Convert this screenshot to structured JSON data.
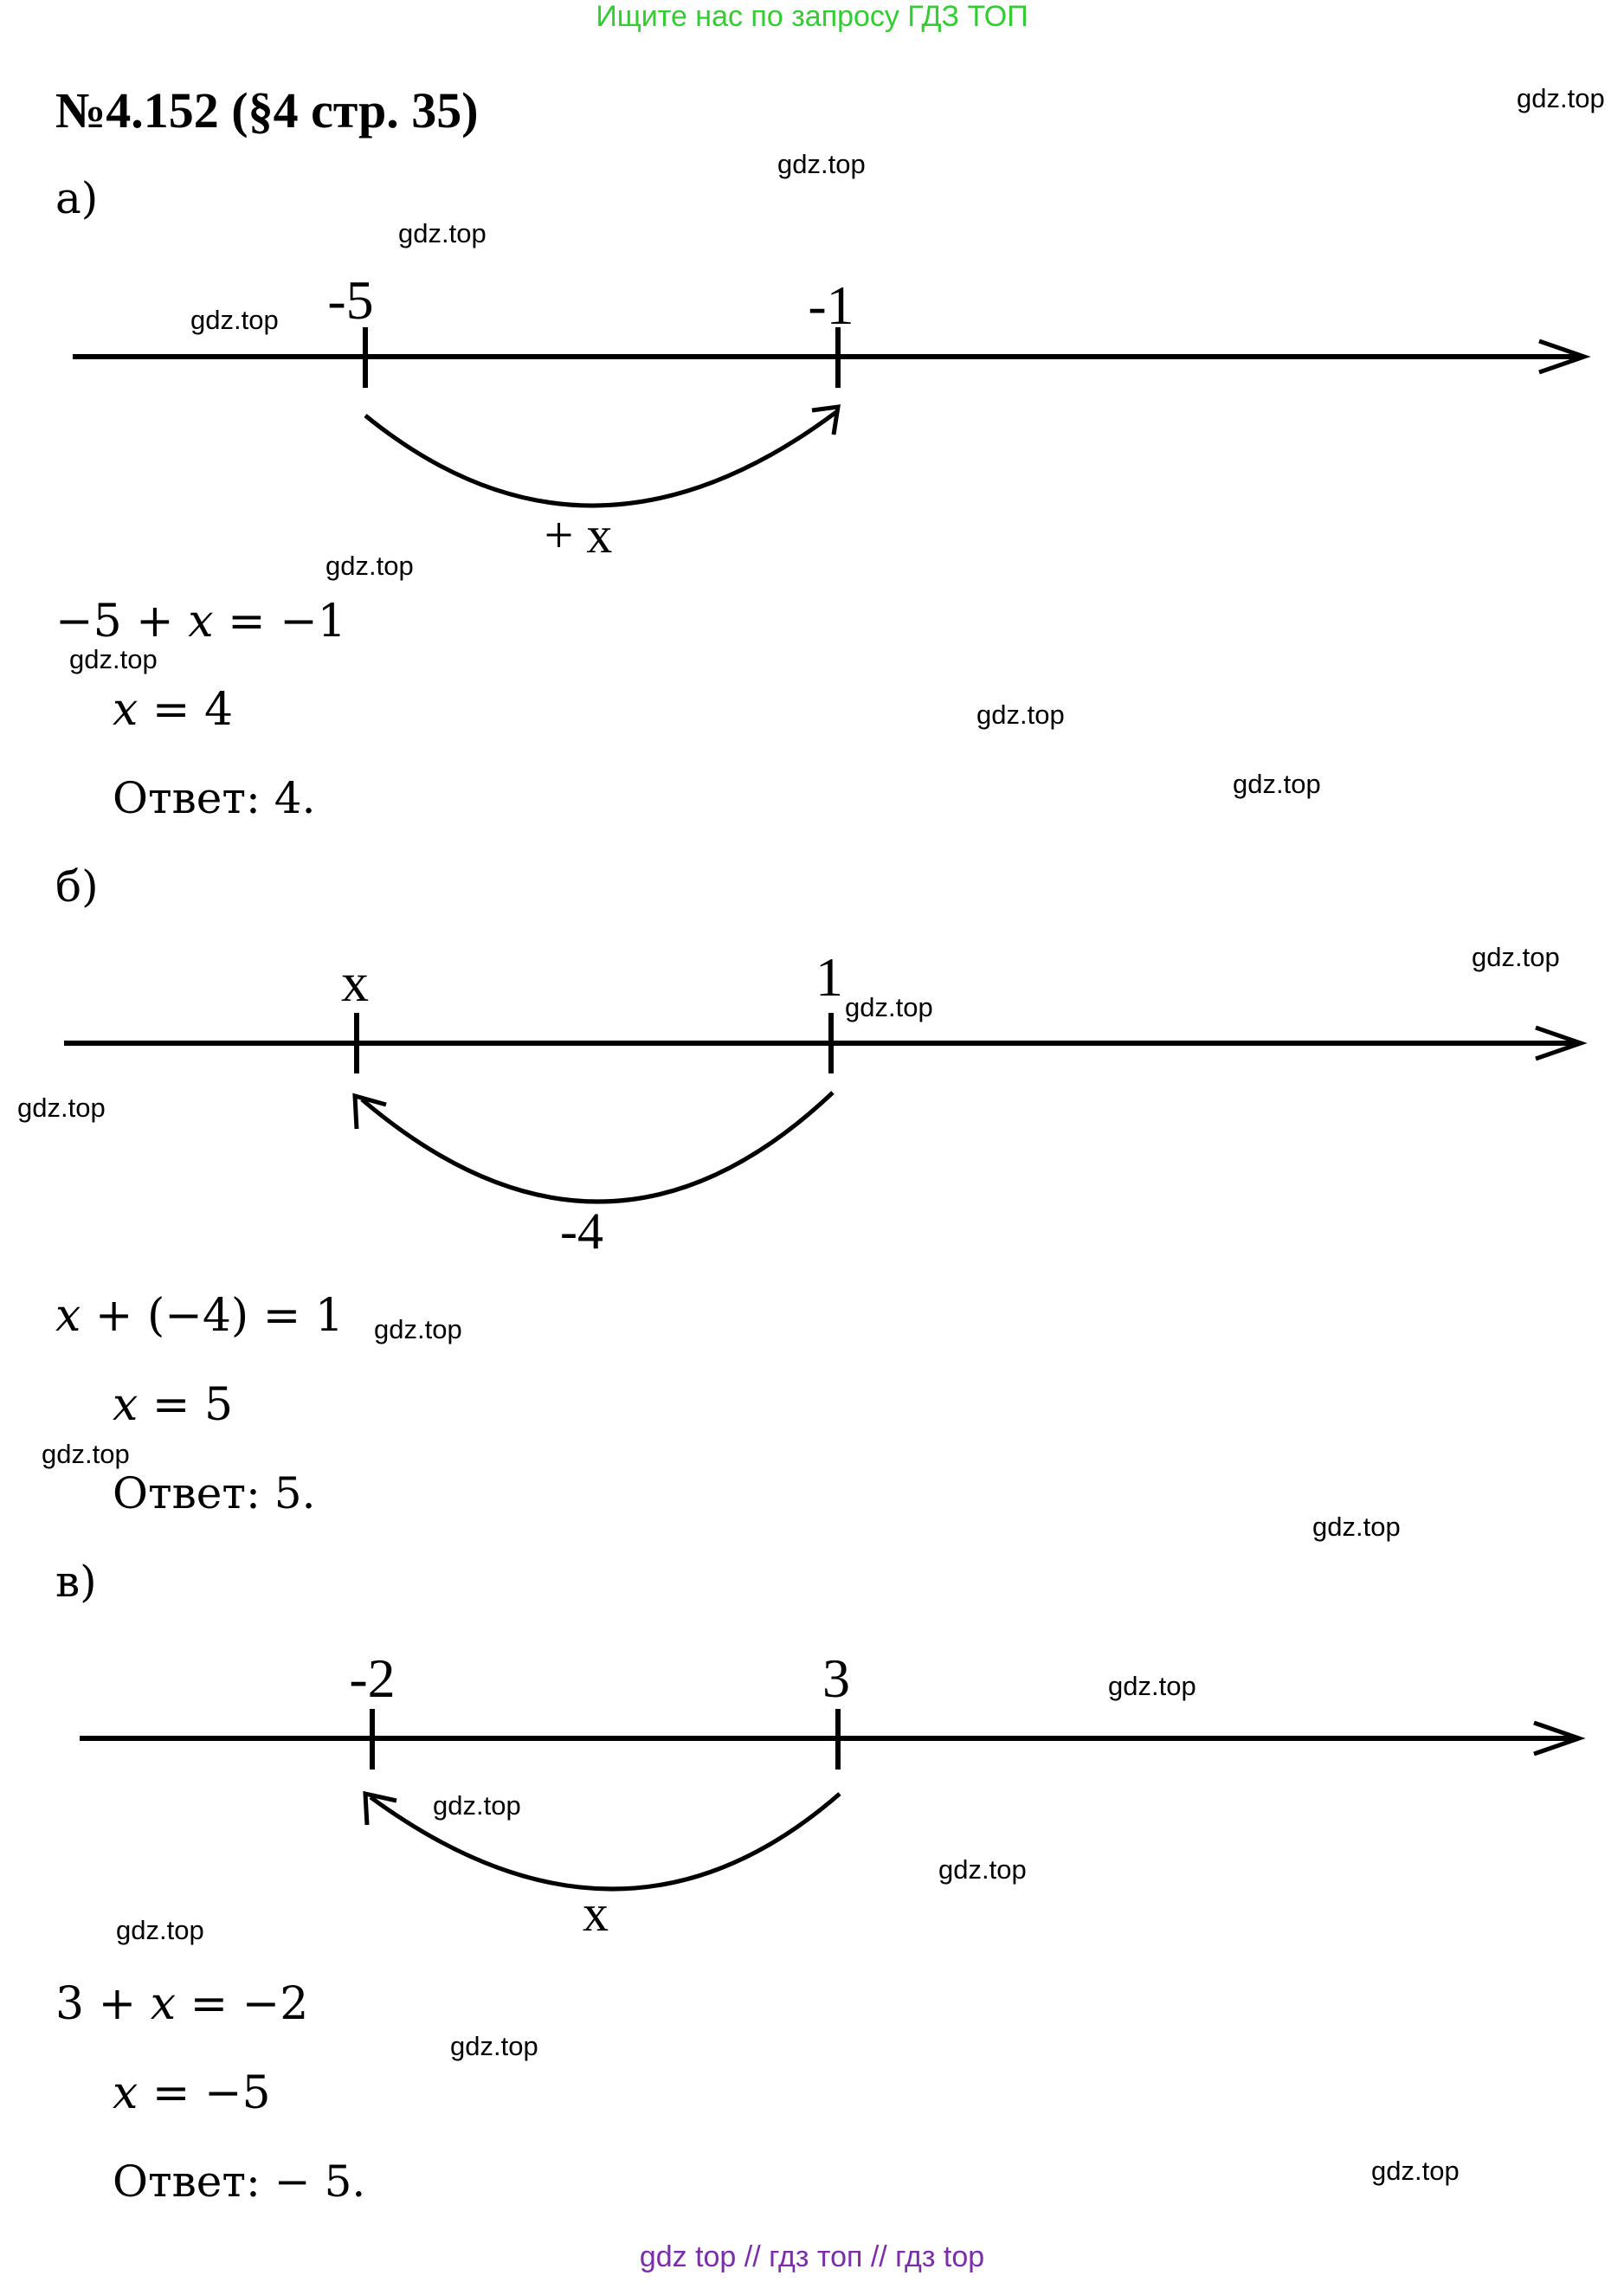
{
  "header": {
    "banner": "Ищите нас по запросу ГДЗ ТОП"
  },
  "title": "№4.152 (§4 стр. 35)",
  "watermark": "gdz.top",
  "parts": [
    {
      "label": "а)",
      "diagram": {
        "left_value": "-5",
        "right_value": "-1",
        "arrow_label": "+ x",
        "arrow_direction": "left-to-right"
      },
      "equations": [
        "−5 + 𝑥 = −1",
        "𝑥 = 4"
      ],
      "answer": "Ответ: 4."
    },
    {
      "label": "б)",
      "diagram": {
        "left_value": "x",
        "right_value": "1",
        "arrow_label": "-4",
        "arrow_direction": "right-to-left"
      },
      "equations": [
        "𝑥 + (−4) = 1",
        "𝑥 = 5"
      ],
      "answer": "Ответ: 5."
    },
    {
      "label": "в)",
      "diagram": {
        "left_value": "-2",
        "right_value": "3",
        "arrow_label": "x",
        "arrow_direction": "right-to-left"
      },
      "equations": [
        "3 + 𝑥 = −2",
        "𝑥 = −5"
      ],
      "answer": "Ответ:  − 5."
    }
  ],
  "footer": {
    "banner": "gdz top  //  гдз топ  //  гдз top"
  },
  "colors": {
    "top_banner": "#33cc33",
    "bottom_banner": "#7a2fa8",
    "ink": "#000000"
  }
}
